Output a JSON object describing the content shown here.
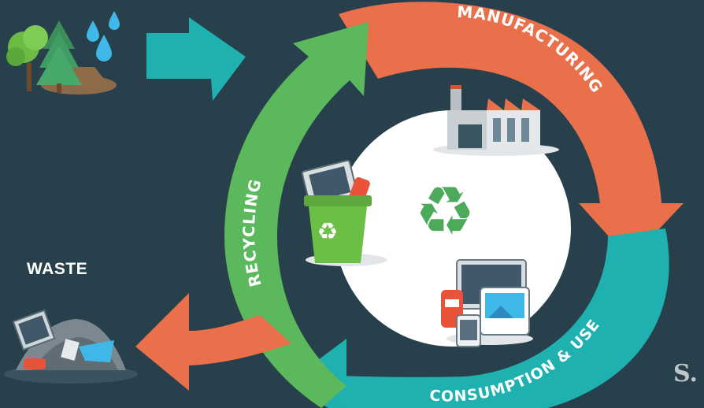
{
  "diagram": {
    "stages": {
      "manufacturing": "MANUFACTURING",
      "consumption": "CONSUMPTION & USE",
      "recycling": "RECYCLING"
    },
    "waste_label": "WASTE",
    "watermark": "S.",
    "icons": [
      "trees-icon",
      "water-drops-icon",
      "factory-icon",
      "devices-icon",
      "recycle-bin-icon",
      "recycle-symbol-icon",
      "waste-pile-icon"
    ],
    "colors": {
      "background": "#27404b",
      "manufacturing": "#e9704a",
      "consumption": "#1fb0b0",
      "recycling": "#5cb85c",
      "center": "#ffffff"
    }
  }
}
